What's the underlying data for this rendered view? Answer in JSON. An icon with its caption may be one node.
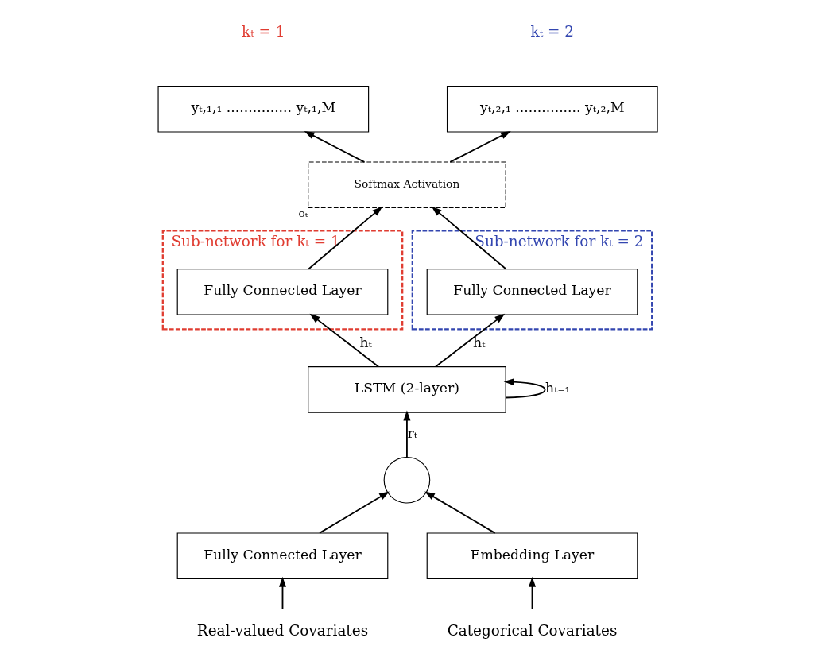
{
  "diagram": {
    "nodes": [
      {
        "text": [
          "yₜ,₁,₁ ............... yₜ,₁,M"
        ],
        "beside": [
          "kₜ = 1"
        ]
      },
      {
        "text": [
          "yₜ,₂,₁ ............... yₜ,₂,M"
        ],
        "beside": [
          "kₜ = 2"
        ]
      },
      {
        "text": [
          "Softmax Activation"
        ],
        "beside": [
          "oₜ"
        ]
      },
      {
        "text": [
          "Sub-network for kₜ = 1"
        ]
      },
      {
        "text": [
          "Fully Connected Layer"
        ],
        "in": 3
      },
      {
        "text": [
          "Sub-network for kₜ = 2"
        ]
      },
      {
        "text": [
          "Fully Connected Layer"
        ],
        "in": 5
      },
      {
        "text": [
          "LSTM (2-layer)"
        ]
      },
      {
        "text": [],
        "shape": "circle"
      },
      {
        "text": [
          "Fully Connected Layer"
        ]
      },
      {
        "text": [
          "Embedding Layer"
        ]
      },
      {
        "text": [
          "Real-valued Covariates"
        ]
      },
      {
        "text": [
          "Categorical Covariates"
        ]
      }
    ],
    "edges": [
      {
        "from": 2,
        "to": 0,
        "arrow": "to"
      },
      {
        "from": 2,
        "to": 1,
        "arrow": "to"
      },
      {
        "from": 4,
        "to": 2,
        "arrow": "to"
      },
      {
        "from": 6,
        "to": 2,
        "arrow": "to"
      },
      {
        "from": 7,
        "to": 4,
        "arrow": "to",
        "label": "hₜ"
      },
      {
        "from": 7,
        "to": 6,
        "arrow": "to",
        "label": "hₜ"
      },
      {
        "from": 7,
        "to": 7,
        "arrow": "to",
        "label": "hₜ₋₁"
      },
      {
        "from": 8,
        "to": 7,
        "arrow": "to",
        "label": "rₜ"
      },
      {
        "from": 9,
        "to": 8,
        "arrow": "to"
      },
      {
        "from": 10,
        "to": 8,
        "arrow": "to"
      },
      {
        "from": 11,
        "to": 9,
        "arrow": "to"
      },
      {
        "from": 12,
        "to": 10,
        "arrow": "to"
      }
    ]
  }
}
